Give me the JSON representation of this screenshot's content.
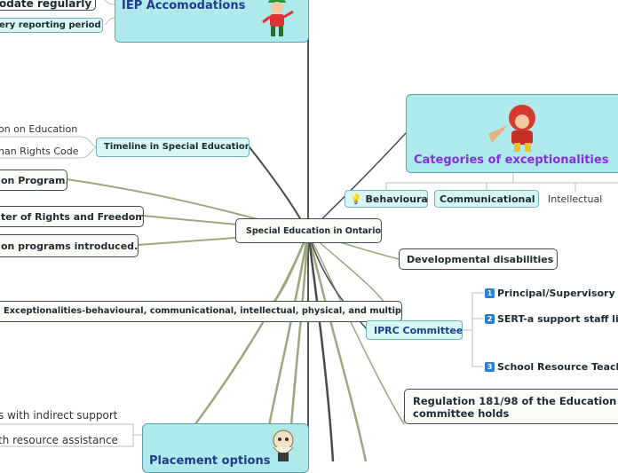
{
  "central": "Special Education in Ontario",
  "top_left": {
    "update": "odate regularly",
    "reporting": "ery reporting period"
  },
  "iep": {
    "title": "IEP  Accomodations"
  },
  "timeline": {
    "label": "Timeline in Special Education",
    "sub1": "on on Education",
    "sub2": "nan Rights Code"
  },
  "left_nodes": {
    "program": "on Program.",
    "charter": "ter of Rights and Freedom",
    "programs": "on programs introduced.",
    "exceptionalities": "Exceptionalities-behavioural, communicational, intellectual, physical, and multiple"
  },
  "categories": {
    "title": "Categories of exceptionalities",
    "behavioural": "Behavioural",
    "communicational": "Communicational",
    "intellectual": "Intellectual"
  },
  "developmental": "Developmental disabilities",
  "iprc": {
    "label": "IPRC Committee",
    "items": [
      {
        "num": "1",
        "text": "Principal/Supervisory Offi"
      },
      {
        "num": "2",
        "text": "SERT-a support staff like"
      },
      {
        "num": "3",
        "text": "School Resource Teache"
      }
    ]
  },
  "regulation": {
    "line1": "Regulation 181/98 of the Education",
    "line2": "committee holds"
  },
  "placement": {
    "title": "Placement options",
    "sub1": "s with indirect support",
    "sub2": "th resource assistance"
  },
  "colors": {
    "branch_dark": "#4a4a4a",
    "branch_olive": "#9ba77d",
    "title_purple": "#8a2be2",
    "title_navy": "#1f3d8a"
  }
}
